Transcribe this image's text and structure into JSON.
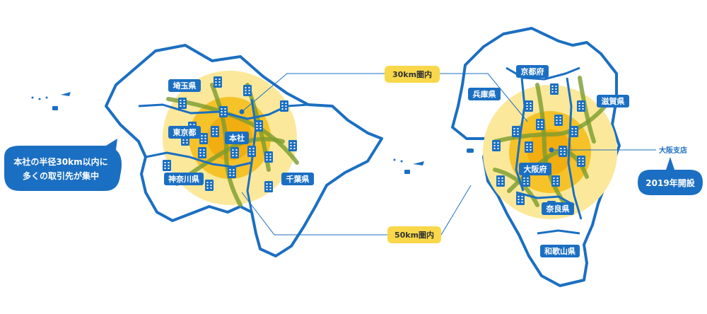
{
  "colors": {
    "ring_outer": "#fbe89a",
    "ring_inner": "#f6c22a",
    "ring_core": "#f2ad10",
    "border": "#1b6fc2",
    "rail": "#7a9b2e",
    "badge": "#1b6fc2",
    "tag": "#f8d84a"
  },
  "kanto": {
    "prefectures": [
      "埼玉県",
      "東京都",
      "神奈川県",
      "千葉県"
    ],
    "hq": "本社"
  },
  "kansai": {
    "prefectures": [
      "京都府",
      "兵庫県",
      "滋賀県",
      "大阪府",
      "奈良県",
      "和歌山県"
    ],
    "branch": "大阪支店"
  },
  "radius_tags": {
    "r30": "30km圏内",
    "r50": "50km圏内"
  },
  "callouts": {
    "left_line1": "本社の半径30km以内に",
    "left_line2": "多くの取引先が集中",
    "right": "2019年開設"
  },
  "icons": [
    "building-icon",
    "airplane-icon",
    "pin-icon"
  ]
}
